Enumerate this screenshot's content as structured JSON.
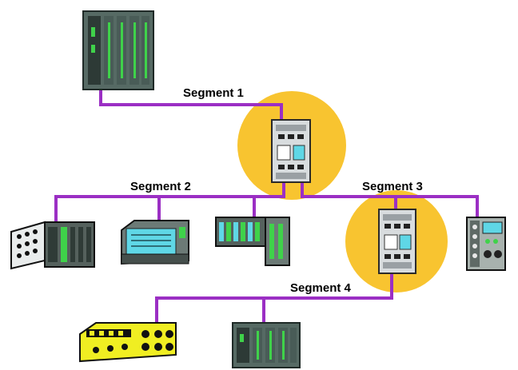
{
  "colors": {
    "bus": "#9b2fc4",
    "highlight": "#f8c430",
    "plc_body": "#566a64",
    "plc_dark": "#2d3a36",
    "plc_led": "#3fd24a",
    "repeater_body": "#d8dcde",
    "panel_screen": "#5fd7e6",
    "yellow_device": "#f0ee22"
  },
  "segments": [
    {
      "id": "segment-1",
      "label": "Segment 1"
    },
    {
      "id": "segment-2",
      "label": "Segment 2"
    },
    {
      "id": "segment-3",
      "label": "Segment 3"
    },
    {
      "id": "segment-4",
      "label": "Segment 4"
    }
  ],
  "devices": [
    {
      "name": "plc-rack-top-icon"
    },
    {
      "name": "repeater-upper-icon"
    },
    {
      "name": "repeater-lower-icon"
    },
    {
      "name": "io-module-icon"
    },
    {
      "name": "operator-panel-icon"
    },
    {
      "name": "distributed-io-rack-icon"
    },
    {
      "name": "field-device-icon"
    },
    {
      "name": "yellow-io-module-icon"
    },
    {
      "name": "plc-rack-bottom-icon"
    }
  ]
}
